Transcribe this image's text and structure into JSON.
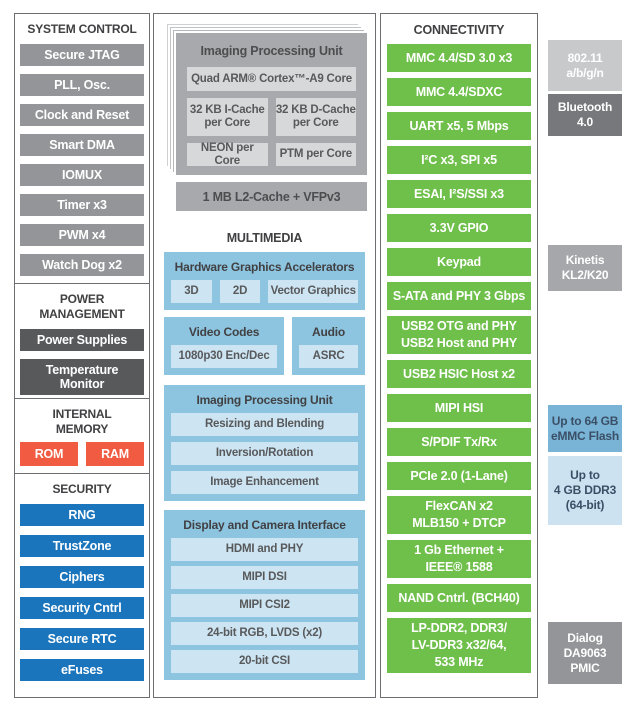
{
  "left": {
    "system_control": {
      "title": "SYSTEM CONTROL",
      "items": [
        "Secure JTAG",
        "PLL, Osc.",
        "Clock and Reset",
        "Smart DMA",
        "IOMUX",
        "Timer x3",
        "PWM x4",
        "Watch Dog x2"
      ]
    },
    "power_management": {
      "title": "POWER MANAGEMENT",
      "items": [
        "Power Supplies",
        "Temperature\nMonitor"
      ]
    },
    "internal_memory": {
      "title": "INTERNAL MEMORY",
      "items": [
        "ROM",
        "RAM"
      ]
    },
    "security": {
      "title": "SECURITY",
      "items": [
        "RNG",
        "TrustZone",
        "Ciphers",
        "Security Cntrl",
        "Secure RTC",
        "eFuses"
      ]
    }
  },
  "middle": {
    "cpu": {
      "title": "Imaging Processing Unit",
      "core": "Quad ARM® Cortex™-A9 Core",
      "caches": [
        "32 KB I-Cache\nper Core",
        "32 KB D-Cache\nper Core"
      ],
      "coprocessors": [
        "NEON per Core",
        "PTM per Core"
      ],
      "l2": "1 MB L2-Cache + VFPv3"
    },
    "multimedia": {
      "title": "MULTIMEDIA",
      "gfx": {
        "title": "Hardware Graphics Accelerators",
        "items": [
          "3D",
          "2D",
          "Vector Graphics"
        ]
      },
      "video": {
        "title": "Video Codes",
        "items": [
          "1080p30 Enc/Dec"
        ]
      },
      "audio": {
        "title": "Audio",
        "items": [
          "ASRC"
        ]
      },
      "ipu": {
        "title": "Imaging Processing Unit",
        "items": [
          "Resizing and Blending",
          "Inversion/Rotation",
          "Image Enhancement"
        ]
      },
      "display": {
        "title": "Display and Camera Interface",
        "items": [
          "HDMI and PHY",
          "MIPI DSI",
          "MIPI CSI2",
          "24-bit RGB, LVDS (x2)",
          "20-bit CSI"
        ]
      }
    }
  },
  "right": {
    "title": "CONNECTIVITY",
    "items": [
      "MMC 4.4/SD 3.0 x3",
      "MMC 4.4/SDXC",
      "UART x5, 5 Mbps",
      "I²C x3, SPI x5",
      "ESAI, I²S/SSI x3",
      "3.3V GPIO",
      "Keypad",
      "S-ATA and PHY 3 Gbps",
      "USB2 OTG and PHY\nUSB2 Host and PHY",
      "USB2 HSIC Host x2",
      "MIPI HSI",
      "S/PDIF Tx/Rx",
      "PCIe 2.0 (1-Lane)",
      "FlexCAN x2\nMLB150 + DTCP",
      "1 Gb Ethernet +\nIEEE® 1588",
      "NAND Cntrl. (BCH40)",
      "LP-DDR2, DDR3/\nLV-DDR3 x32/64,\n533 MHz"
    ]
  },
  "external": {
    "wifi": "802.11\na/b/g/n",
    "bluetooth": "Bluetooth\n4.0",
    "kinetis": "Kinetis\nKL2/K20",
    "emmc": "Up to 64 GB\neMMC Flash",
    "ddr3": "Up to\n4 GB DDR3\n(64-bit)",
    "pmic": "Dialog\nDA9063\nPMIC"
  },
  "colors": {
    "green": "#6fbf4b",
    "blue": "#1b75bc",
    "orange": "#f05b41",
    "gray_button": "#939598",
    "dark_gray_button": "#58595b",
    "blue_card": "#8dc5e1",
    "blue_subbox": "#cde4f2",
    "cpu_card": "#a7a9ac",
    "border": "#6d6e71"
  }
}
